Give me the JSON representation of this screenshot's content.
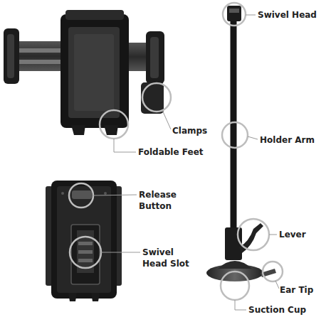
{
  "diagram": {
    "labels": [
      "Swivel Head",
      "Clamps",
      "Holder Arm",
      "Foldable Feet",
      "Release Button",
      "Swivel Head Slot",
      "Lever",
      "Ear Tip",
      "Suction Cup"
    ]
  }
}
